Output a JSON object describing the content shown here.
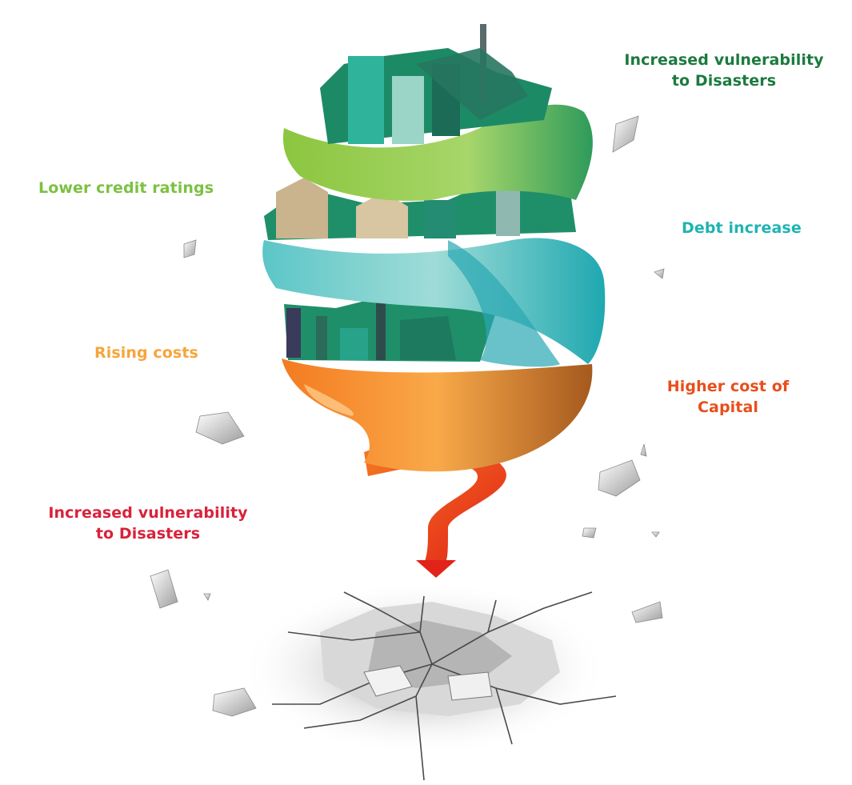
{
  "colors": {
    "dark_green": "#1b7a3e",
    "light_green": "#7cc142",
    "teal": "#1fb3b3",
    "orange": "#f6a53a",
    "red_orange": "#e84e1b",
    "red": "#d9223b"
  },
  "labels": {
    "top_right": {
      "line1": "Increased vulnerability",
      "line2": "to Disasters"
    },
    "lower_credit": "Lower credit ratings",
    "debt_increase": "Debt increase",
    "rising_costs": "Rising costs",
    "higher_cost": {
      "line1": "Higher cost of",
      "line2": "Capital"
    },
    "bottom_left": {
      "line1": "Increased vulnerability",
      "line2": "to Disasters"
    }
  }
}
